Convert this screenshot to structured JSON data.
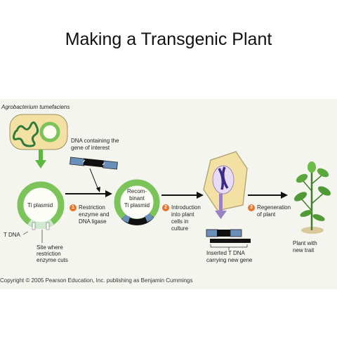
{
  "title": "Making a Transgenic Plant",
  "labels": {
    "agrobacterium": "Agrobacterium tumefaciens",
    "dna_gene_l1": "DNA containing the",
    "dna_gene_l2": "gene of interest",
    "ti_plasmid": "Ti plasmid",
    "t_dna": "T DNA",
    "site_l1": "Site where",
    "site_l2": "restriction",
    "site_l3": "enzyme cuts",
    "recomb_l1": "Recom-",
    "recomb_l2": "binant",
    "recomb_l3": "Ti plasmid",
    "inserted_l1": "Inserted T DNA",
    "inserted_l2": "carrying new gene",
    "plant_l1": "Plant with",
    "plant_l2": "new trait"
  },
  "steps": [
    {
      "number": "1",
      "lines": [
        "Restriction",
        "enzyme and",
        "DNA ligase"
      ]
    },
    {
      "number": "2",
      "lines": [
        "Introduction",
        "into plant",
        "cells in",
        "culture"
      ]
    },
    {
      "number": "3",
      "lines": [
        "Regeneration",
        "of plant"
      ]
    }
  ],
  "copyright": "Copyright © 2005 Pearson Education, Inc. publishing as Benjamin Cummings",
  "colors": {
    "plasmid_green": "#7cc45a",
    "arrow_green": "#5ab83e",
    "tdna_blue": "#6a8fb8",
    "step_badge": "#e8742a",
    "cell_yellow": "#f3e1a4",
    "nucleus_purple": "#9b82c4"
  }
}
